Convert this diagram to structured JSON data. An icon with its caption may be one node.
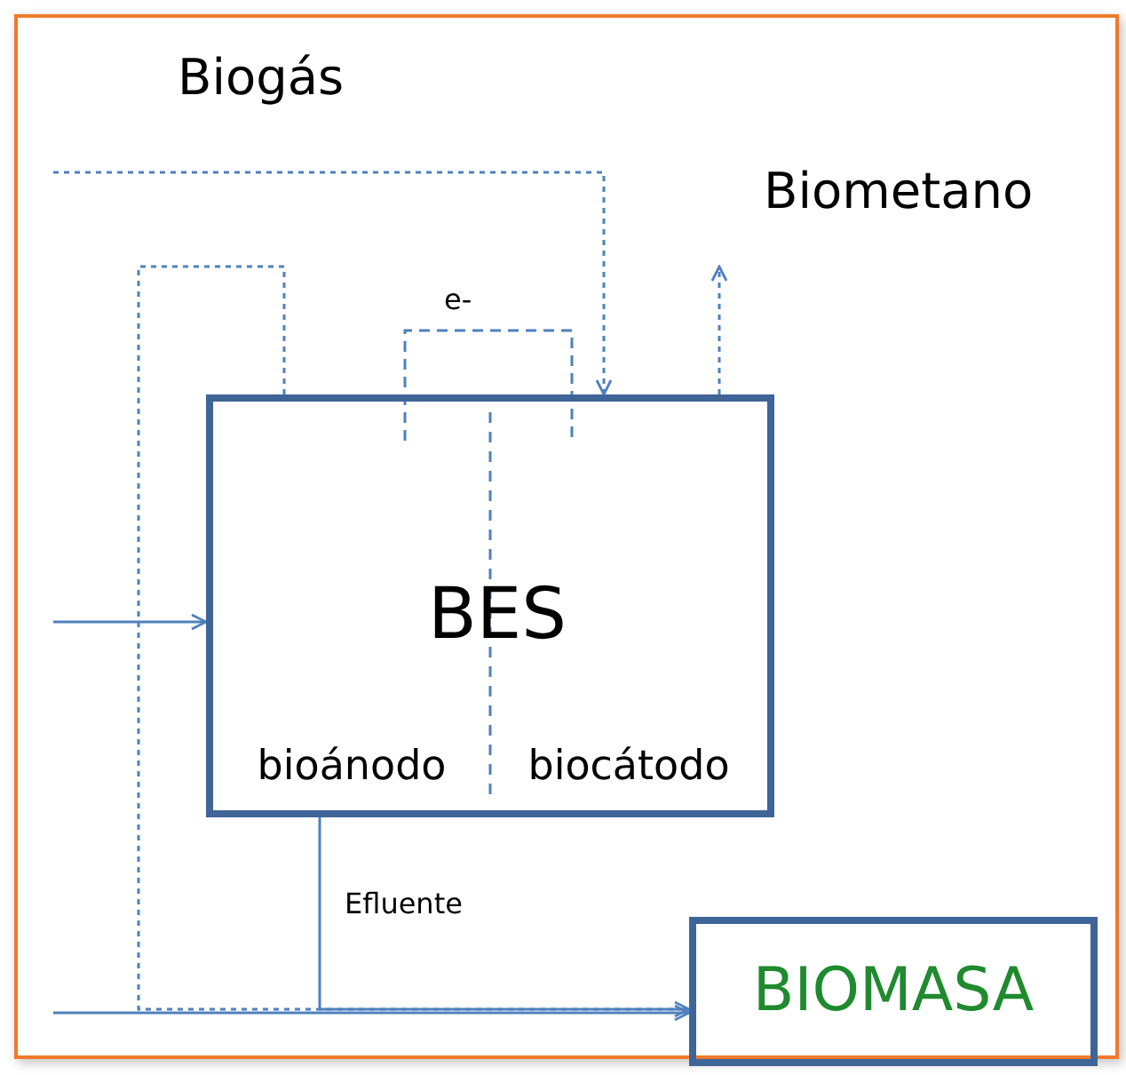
{
  "diagram": {
    "nodes": [
      {
        "text": [
          "BES",
          "bioánodo",
          "biocátodo"
        ]
      },
      {
        "text": [
          "BIOMASA"
        ]
      }
    ],
    "edges": [
      {
        "from": null,
        "to": 0,
        "arrow": "to"
      },
      {
        "from": null,
        "to": 0,
        "arrow": "to",
        "style": "dashed"
      },
      {
        "from": 0,
        "to": null,
        "arrow": "to",
        "style": "dashed"
      },
      {
        "from": 0,
        "to": 1,
        "arrow": "to",
        "label": "Efluente"
      },
      {
        "from": 0,
        "to": 1,
        "arrow": "none",
        "style": "dashed"
      },
      {
        "from": null,
        "to": 1,
        "arrow": "to"
      }
    ],
    "labels": [
      "Biogás",
      "Biometano",
      "e-"
    ]
  }
}
